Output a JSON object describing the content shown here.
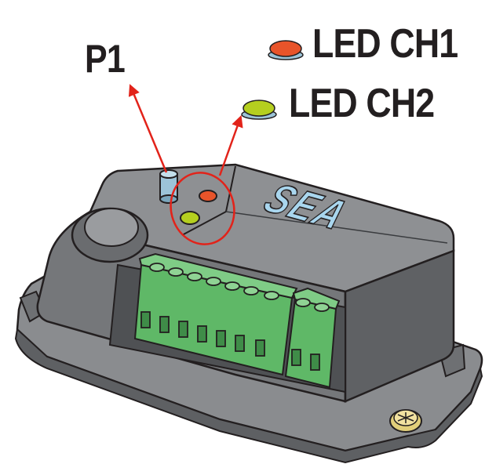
{
  "labels": {
    "p1": "P1",
    "led_ch1": "LED CH1",
    "led_ch2": "LED CH2"
  },
  "brand": "SEA",
  "colors": {
    "housing": "#7b7d80",
    "housing_dark": "#54565a",
    "terminal_green": "#5fb867",
    "led_ch1": "#e8542a",
    "led_ch2": "#b5cf1f",
    "button_p1": "#9cc4d8",
    "callout_red": "#e2231a",
    "logo_blue": "#a9d6ee",
    "screw_gold": "#e2cf7a"
  }
}
